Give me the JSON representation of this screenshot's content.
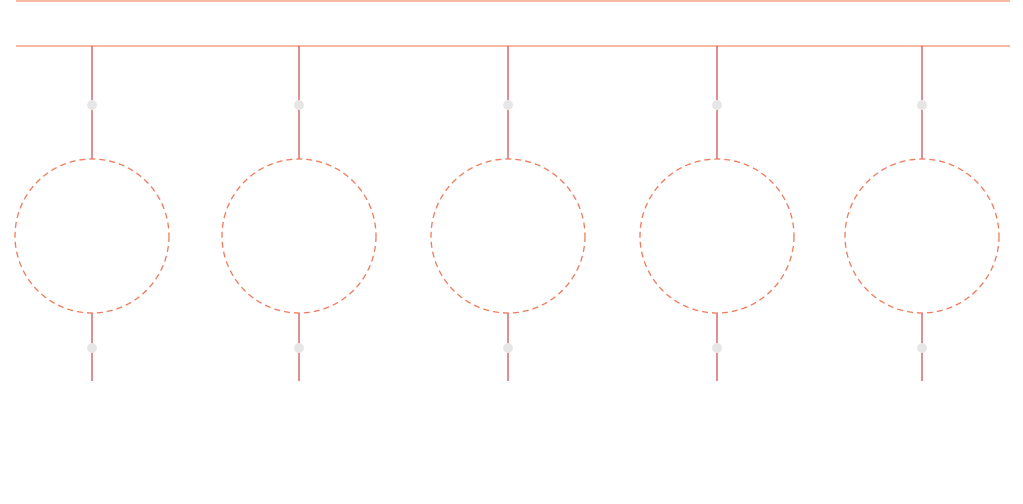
{
  "colors": {
    "rail": "#f4a383",
    "stem": "#c8464a",
    "ring": "#f07a5a",
    "node": "#e6e6e6",
    "background": "#ffffff"
  },
  "rails": [
    {
      "name": "top-rail"
    },
    {
      "name": "bus-rail"
    }
  ],
  "units": [
    {
      "name": "unit-1"
    },
    {
      "name": "unit-2"
    },
    {
      "name": "unit-3"
    },
    {
      "name": "unit-4"
    },
    {
      "name": "unit-5"
    }
  ]
}
